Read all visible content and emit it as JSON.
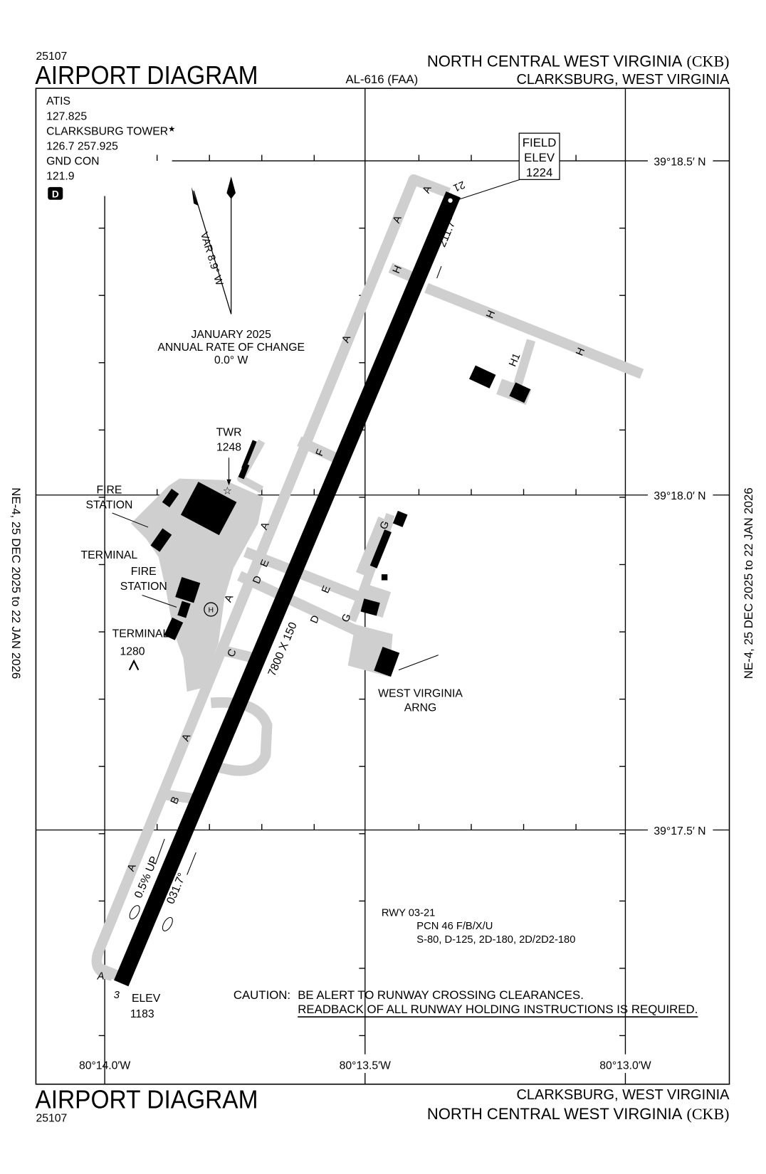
{
  "header": {
    "chart_number": "25107",
    "title": "AIRPORT DIAGRAM",
    "procedure_id": "AL-616 (FAA)",
    "airport_name": "NORTH CENTRAL WEST VIRGINIA",
    "airport_id": "(CKB)",
    "city_state": "CLARKSBURG, WEST VIRGINIA"
  },
  "footer": {
    "title": "AIRPORT DIAGRAM",
    "chart_number": "25107",
    "city_state": "CLARKSBURG, WEST VIRGINIA",
    "airport_name": "NORTH CENTRAL WEST VIRGINIA",
    "airport_id": "(CKB)"
  },
  "side_labels": {
    "left": "NE-4,  25 DEC 2025  to  22 JAN 2026",
    "right": "NE-4,  25 DEC 2025  to  22 JAN 2026"
  },
  "frequencies": [
    "ATIS",
    "127.825",
    "CLARKSBURG TOWER",
    "126.7  257.925",
    "GND CON",
    "121.9"
  ],
  "tower_star": "★",
  "airspace_badge": "D",
  "magnetic_variation": {
    "label": "VAR 8.9° W",
    "date": "JANUARY 2025",
    "rate_label": "ANNUAL RATE OF CHANGE",
    "rate": "0.0° W"
  },
  "field_elevation": {
    "line1": "FIELD",
    "line2": "ELEV",
    "value": "1224"
  },
  "latitudes": [
    "39°18.5′ N",
    "39°18.0′ N",
    "39°17.5′ N"
  ],
  "longitudes": [
    "80°14.0′W",
    "80°13.5′W",
    "80°13.0′W"
  ],
  "runway": {
    "id_north": "21",
    "id_south": "3",
    "dimensions": "7800 X 150",
    "heading_21": "211.7°",
    "heading_3": "031.7°",
    "slope": "0.5% UP",
    "elev_label": "ELEV",
    "elev_3": "1183"
  },
  "taxiways": {
    "A": "A",
    "B": "B",
    "C": "C",
    "D": "D",
    "E": "E",
    "F": "F",
    "G": "G",
    "H": "H",
    "H1": "H1"
  },
  "facilities": {
    "tower_label": "TWR",
    "tower_elev": "1248",
    "fire_station_1": [
      "FIRE",
      "STATION"
    ],
    "terminal_1": "TERMINAL",
    "fire_station_2": [
      "FIRE",
      "STATION"
    ],
    "terminal_2": "TERMINAL",
    "beacon_elev": "1280",
    "heliport": "H",
    "arng": [
      "WEST VIRGINIA",
      "ARNG"
    ]
  },
  "runway_data": {
    "title": "RWY 03-21",
    "pcn": "PCN 46 F/B/X/U",
    "weights": "S-80, D-125, 2D-180, 2D/2D2-180"
  },
  "caution": {
    "prefix": "CAUTION:",
    "line1": "BE ALERT TO RUNWAY CROSSING CLEARANCES.",
    "line2": "READBACK OF ALL RUNWAY HOLDING INSTRUCTIONS IS REQUIRED."
  },
  "colors": {
    "runway": "#000000",
    "taxiway": "#cfcfcf",
    "building": "#000000"
  }
}
